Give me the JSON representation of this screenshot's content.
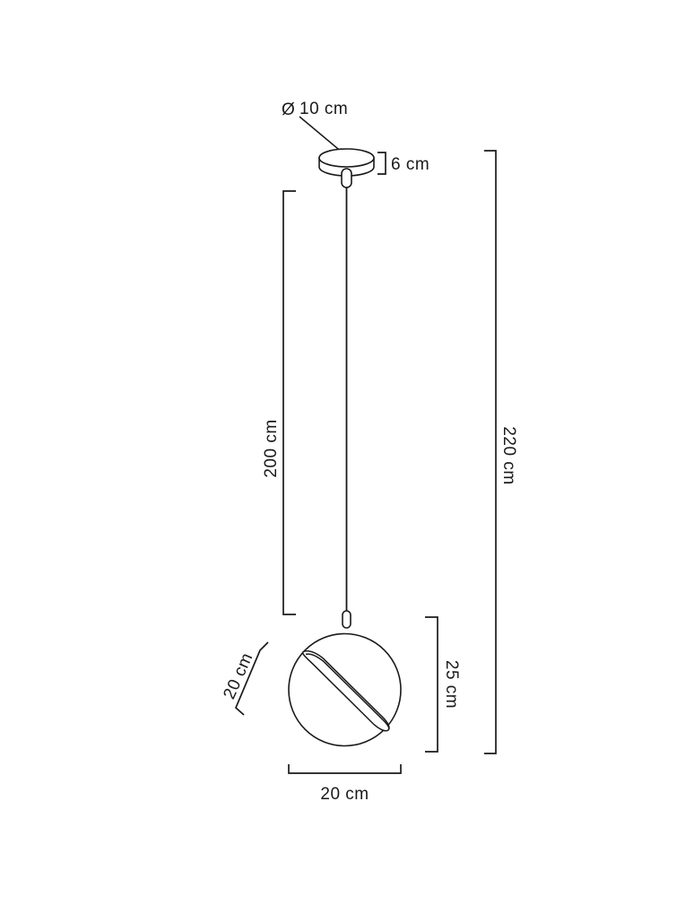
{
  "drawing": {
    "title": "Pendant lamp dimension drawing",
    "units": "cm",
    "line_color": "#1a1a1a",
    "background_color": "#ffffff",
    "dimensions": {
      "canopy_diameter": "Ø 10 cm",
      "canopy_height": "6 cm",
      "cord_drop": "200 cm",
      "total_height": "220 cm",
      "shade_height": "25 cm",
      "shade_width": "20 cm",
      "shade_diagonal": "20 cm"
    },
    "labels": {
      "diameter_symbol": "Ø",
      "diameter_value": "10 cm",
      "canopy_height_value": "6 cm",
      "cord_drop_value": "200 cm",
      "total_height_value": "220 cm",
      "shade_height_value": "25 cm",
      "shade_width_value": "20 cm",
      "shade_diagonal_value": "20 cm"
    },
    "parts": {
      "canopy": "ceiling-canopy",
      "stem": "canopy-stem",
      "cord": "suspension-cord",
      "shade": "spherical-shade",
      "cut": "diagonal-cut-band",
      "shade_connector": "shade-connector"
    }
  }
}
